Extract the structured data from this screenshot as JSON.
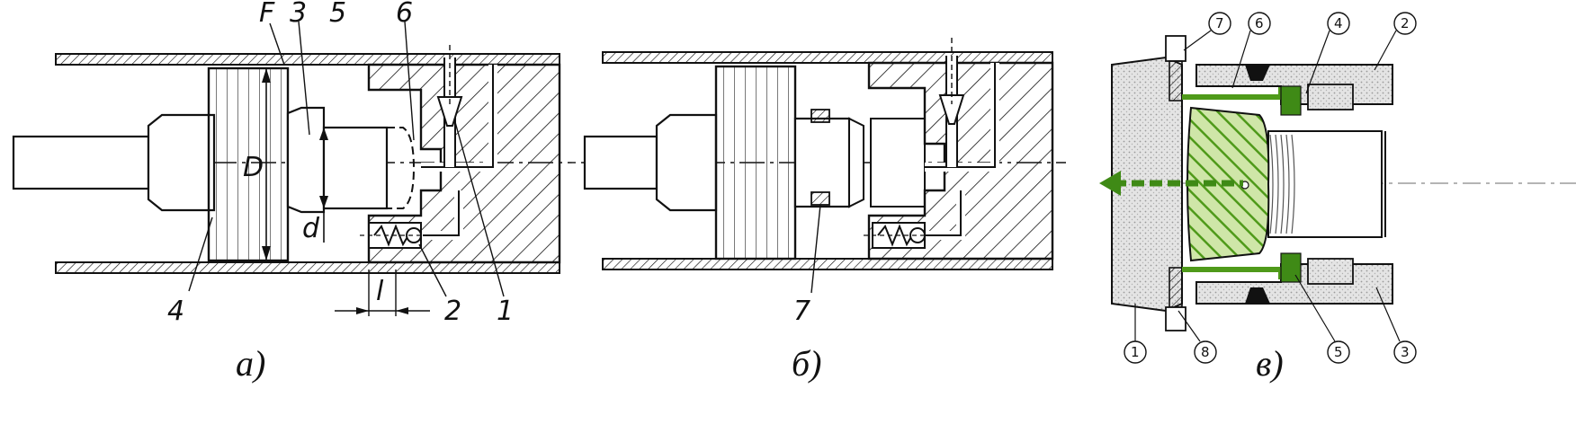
{
  "panels": [
    {
      "caption": "а)",
      "labels": [
        "F",
        "3",
        "5",
        "6",
        "D",
        "d",
        "4",
        "l",
        "2",
        "1"
      ]
    },
    {
      "caption": "б)",
      "labels": [
        "7"
      ]
    },
    {
      "caption": "в)",
      "callouts": [
        "7",
        "6",
        "4",
        "2",
        "1",
        "8",
        "5",
        "3"
      ]
    }
  ],
  "colors": {
    "line": "#111111",
    "accent_green": "#4f9a1a",
    "stipple": "#c7c7c7"
  }
}
